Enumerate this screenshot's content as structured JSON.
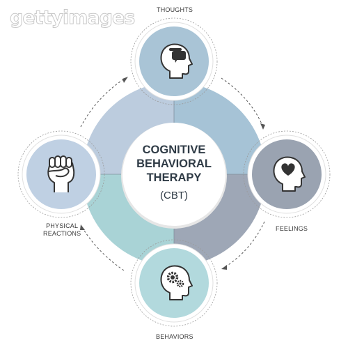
{
  "watermark": "gettyimages",
  "center": {
    "line1": "COGNITIVE",
    "line2": "BEHAVIORAL",
    "line3": "THERAPY",
    "line4": "(CBT)"
  },
  "nodes": {
    "thoughts": {
      "label": "THOUGHTS",
      "icon": "head-speech-bubble-icon",
      "color": "#a9c4d6"
    },
    "feelings": {
      "label": "FEELINGS",
      "icon": "head-heart-icon",
      "color": "#9aa3b1"
    },
    "behaviors": {
      "label": "BEHAVIORS",
      "icon": "head-gears-icon",
      "color": "#b2d9dd"
    },
    "physical": {
      "label_line1": "PHYSICAL",
      "label_line2": "REACTIONS",
      "icon": "raised-fist-icon",
      "color": "#bfd0e3"
    }
  },
  "colors": {
    "quadrant_top_left": "#bcccde",
    "quadrant_top_right": "#a6c3d6",
    "quadrant_bottom_right": "#9ea7b6",
    "quadrant_bottom_left": "#a9d3d6",
    "center_text": "#2f3b46",
    "icon_stroke": "#333333"
  }
}
